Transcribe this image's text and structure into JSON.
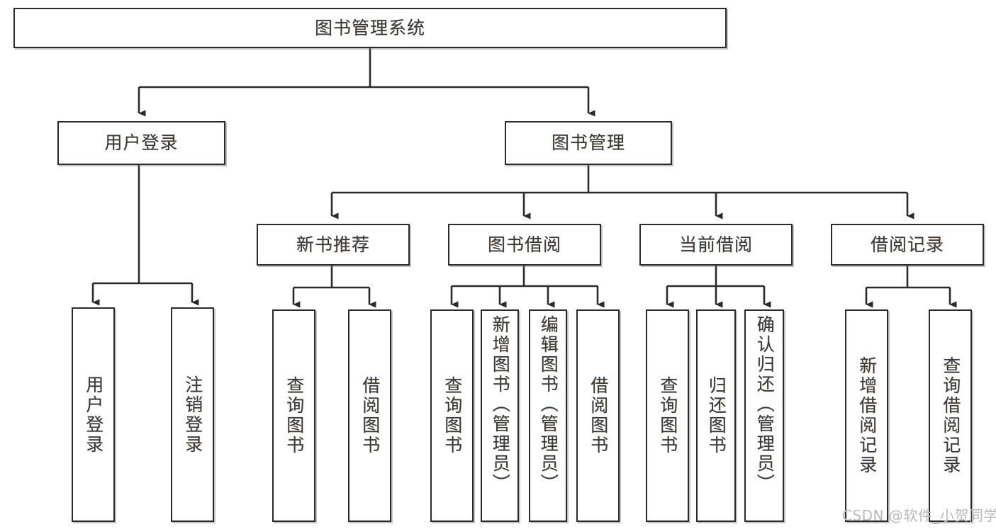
{
  "diagram": {
    "title": "图书管理系统",
    "type": "hierarchy-tree",
    "watermark": "CSDN @软件_小贺同学",
    "colors": {
      "stroke": "#2b2b2b",
      "fill": "#ffffff",
      "text": "#3a3a3a",
      "watermark": "#b9b9b9"
    },
    "nodes": {
      "root": {
        "label": "图书管理系统"
      },
      "level2": [
        {
          "id": "user-login",
          "label": "用户登录"
        },
        {
          "id": "book-manage",
          "label": "图书管理"
        }
      ],
      "level3": [
        {
          "id": "new-book-rec",
          "label": "新书推荐"
        },
        {
          "id": "book-borrow",
          "label": "图书借阅"
        },
        {
          "id": "current-borrow",
          "label": "当前借阅"
        },
        {
          "id": "borrow-record",
          "label": "借阅记录"
        }
      ],
      "leaves": {
        "user-login": [
          {
            "id": "leaf-user-login",
            "label": "用户登录"
          },
          {
            "id": "leaf-logout-login",
            "label": "注销登录"
          }
        ],
        "new-book-rec": [
          {
            "id": "leaf-query-book-1",
            "label": "查询图书"
          },
          {
            "id": "leaf-borrow-book-1",
            "label": "借阅图书"
          }
        ],
        "book-borrow": [
          {
            "id": "leaf-query-book-2",
            "label": "查询图书"
          },
          {
            "id": "leaf-add-book",
            "label": "新增图书（管理员）"
          },
          {
            "id": "leaf-edit-book",
            "label": "编辑图书（管理员）"
          },
          {
            "id": "leaf-borrow-book-2",
            "label": "借阅图书"
          }
        ],
        "current-borrow": [
          {
            "id": "leaf-query-book-3",
            "label": "查询图书"
          },
          {
            "id": "leaf-return-book",
            "label": "归还图书"
          },
          {
            "id": "leaf-confirm-return",
            "label": "确认归还（管理员）"
          }
        ],
        "borrow-record": [
          {
            "id": "leaf-add-record",
            "label": "新增借阅记录"
          },
          {
            "id": "leaf-query-record",
            "label": "查询借阅记录"
          }
        ]
      }
    }
  }
}
